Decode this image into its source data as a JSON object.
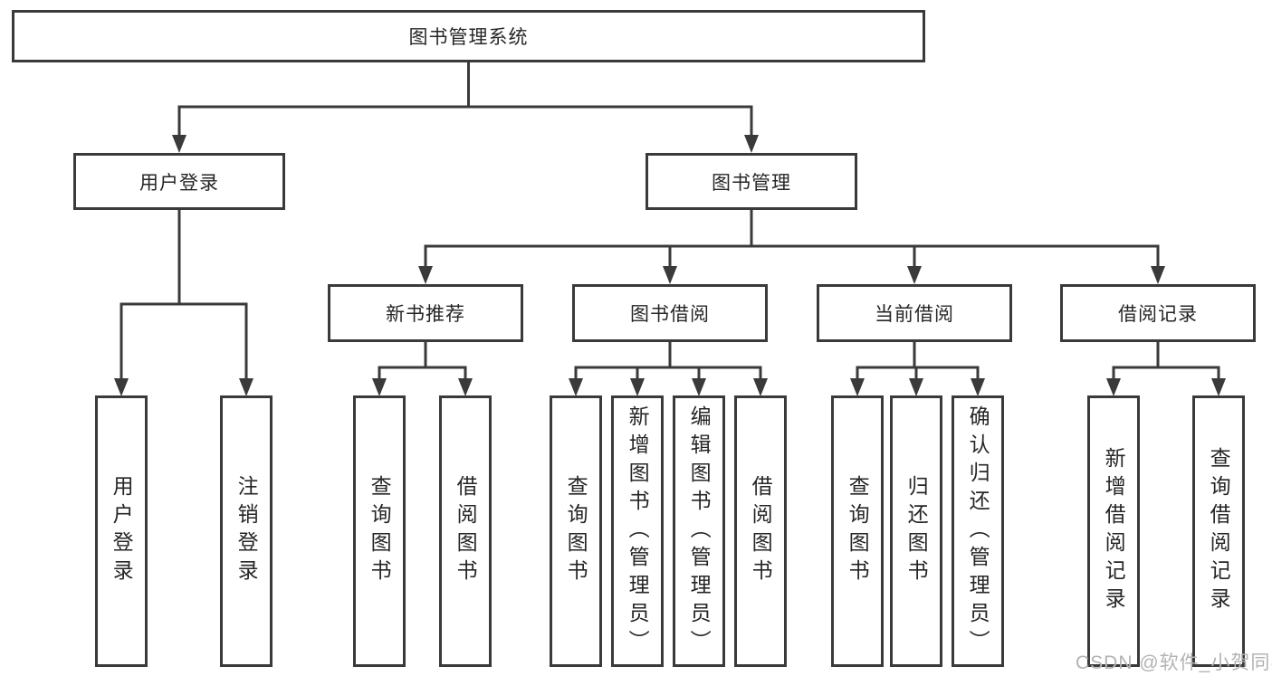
{
  "diagram": {
    "root": {
      "label": "图书管理系统"
    },
    "level2": [
      {
        "label": "用户登录"
      },
      {
        "label": "图书管理"
      }
    ],
    "level3": [
      {
        "label": "新书推荐"
      },
      {
        "label": "图书借阅"
      },
      {
        "label": "当前借阅"
      },
      {
        "label": "借阅记录"
      }
    ],
    "leaves": {
      "user_login": [
        {
          "label": "用户登录"
        },
        {
          "label": "注销登录"
        }
      ],
      "new_books": [
        {
          "label": "查询图书"
        },
        {
          "label": "借阅图书"
        }
      ],
      "book_borrow": [
        {
          "label": "查询图书"
        },
        {
          "label": "新增图书（管理员）"
        },
        {
          "label": "编辑图书（管理员）"
        },
        {
          "label": "借阅图书"
        }
      ],
      "current_borrow": [
        {
          "label": "查询图书"
        },
        {
          "label": "归还图书"
        },
        {
          "label": "确认归还（管理员）"
        }
      ],
      "borrow_records": [
        {
          "label": "新增借阅记录"
        },
        {
          "label": "查询借阅记录"
        }
      ]
    }
  },
  "watermark": {
    "text": "CSDN @软件_小贺同学"
  },
  "colors": {
    "line": "#3a3a3a",
    "text": "#262626",
    "watermark": "#b3b3b3",
    "background": "#ffffff"
  }
}
